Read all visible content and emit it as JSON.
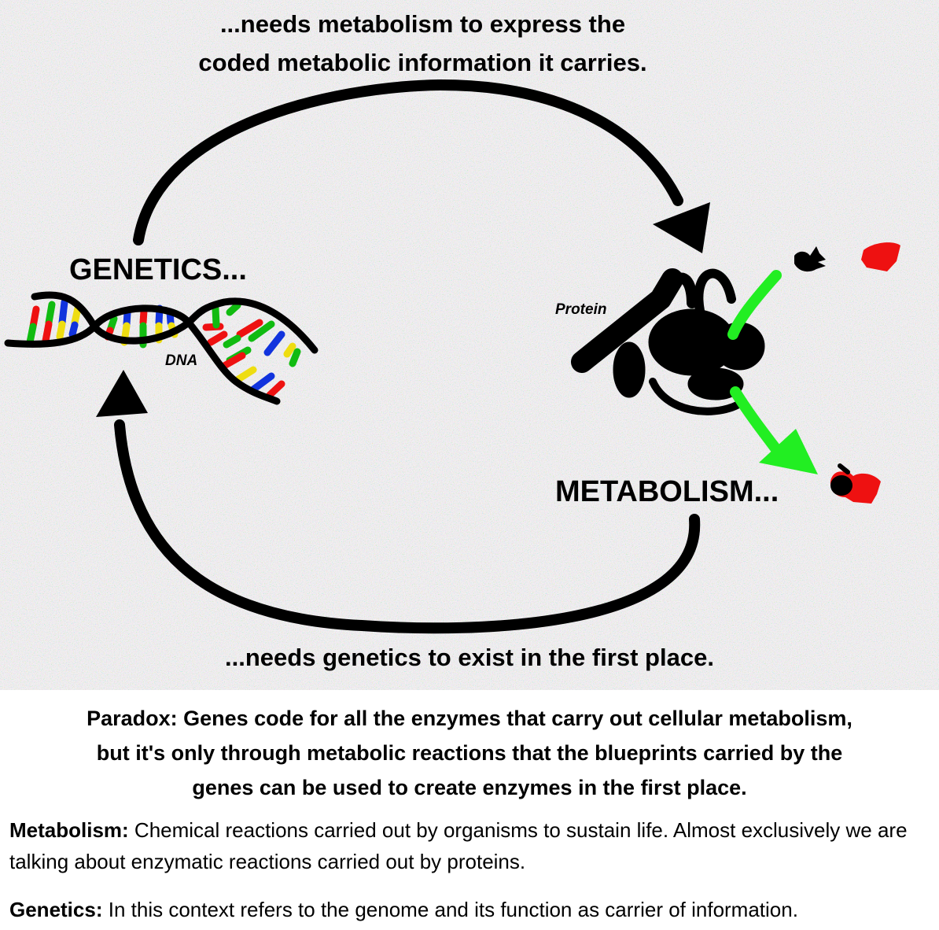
{
  "diagram": {
    "top_caption_line1": "...needs metabolism to express the",
    "top_caption_line2": "coded metabolic information it carries.",
    "genetics_label": "GENETICS...",
    "dna_label": "DNA",
    "protein_label": "Protein",
    "metabolism_label": "METABOLISM...",
    "bottom_caption": "...needs genetics to exist in the first place.",
    "colors": {
      "base_red": "#ee1111",
      "base_green": "#11bb11",
      "base_blue": "#1133dd",
      "base_yellow": "#eedd11",
      "reaction_arrow": "#22ee22",
      "substrate": "#ee1111",
      "background": "#ece9ec"
    }
  },
  "text": {
    "paradox_line1": "Paradox: Genes code for all the enzymes that carry out cellular metabolism,",
    "paradox_line2": "but it's only through metabolic reactions that the blueprints carried by the",
    "paradox_line3": "genes can be used to create enzymes in the first place.",
    "metabolism_term": "Metabolism:",
    "metabolism_def": " Chemical reactions carried out by organisms to sustain life. Almost exclusively we are talking about enzymatic reactions carried out by proteins.",
    "genetics_term": "Genetics:",
    "genetics_def": " In this context refers to the genome and its function as carrier of information."
  }
}
